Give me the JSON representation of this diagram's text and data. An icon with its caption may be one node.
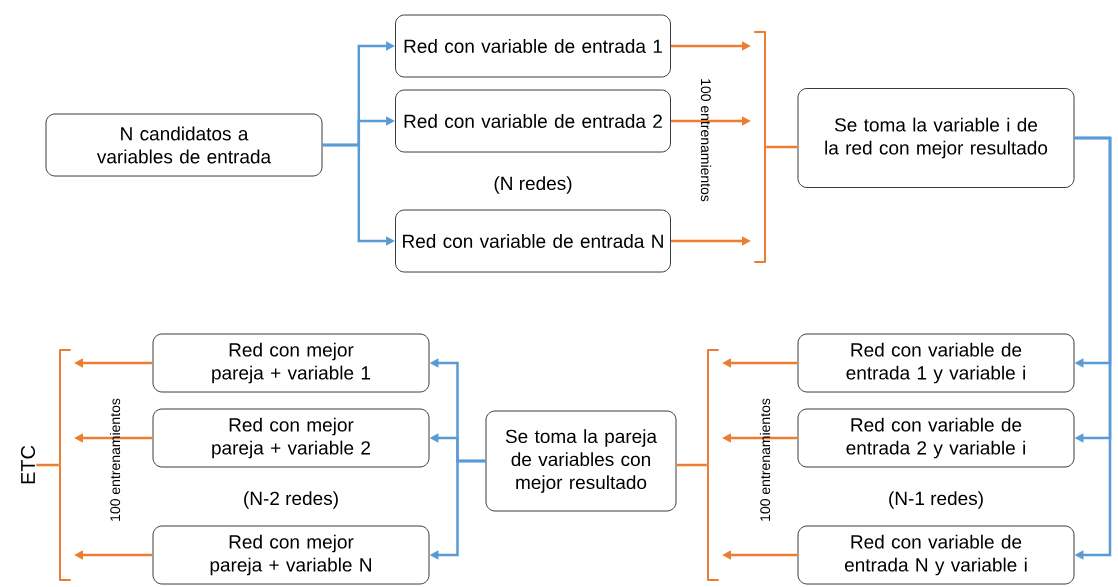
{
  "diagram": {
    "nodes": [
      {
        "text": [
          "N  candidatos a variables de entrada"
        ]
      },
      {
        "text": [
          "Red con variable de entrada 1"
        ]
      },
      {
        "text": [
          "Red con variable de entrada 2"
        ]
      },
      {
        "text": [
          "Red con variable de entrada N"
        ]
      },
      {
        "text": [],
        "shape": "bracket"
      },
      {
        "text": [
          "Se toma la variable i de la red con mejor resultado"
        ]
      },
      {
        "text": [
          "Red con variable de entrada 1 y variable i"
        ]
      },
      {
        "text": [
          "Red con variable de entrada 2 y variable i"
        ]
      },
      {
        "text": [
          "Red con variable de entrada N y variable i"
        ]
      },
      {
        "text": [],
        "shape": "bracket"
      },
      {
        "text": [
          "Se toma la pareja de variables con mejor resultado"
        ]
      },
      {
        "text": [
          "Red con mejor pareja + variable 1"
        ]
      },
      {
        "text": [
          "Red con mejor pareja + variable 2"
        ]
      },
      {
        "text": [
          "Red con mejor pareja + variable N"
        ]
      },
      {
        "text": [],
        "shape": "bracket"
      },
      {
        "text": [
          "ETC"
        ]
      }
    ],
    "edges": [
      {
        "from": 0,
        "to": 1,
        "arrow": "to",
        "color": "#5b9bd5"
      },
      {
        "from": 0,
        "to": 2,
        "arrow": "to",
        "color": "#5b9bd5"
      },
      {
        "from": 0,
        "to": 3,
        "arrow": "to",
        "color": "#5b9bd5"
      },
      {
        "from": 1,
        "to": 4,
        "arrow": "to"
      },
      {
        "from": 2,
        "to": 4,
        "arrow": "to"
      },
      {
        "from": 3,
        "to": 4,
        "arrow": "to"
      },
      {
        "from": 4,
        "to": 5,
        "arrow": "none"
      },
      {
        "from": 5,
        "to": 6,
        "arrow": "to",
        "color": "#5b9bd5"
      },
      {
        "from": 5,
        "to": 7,
        "arrow": "to",
        "color": "#5b9bd5"
      },
      {
        "from": 5,
        "to": 8,
        "arrow": "to",
        "color": "#5b9bd5"
      },
      {
        "from": 6,
        "to": 9,
        "arrow": "to"
      },
      {
        "from": 7,
        "to": 9,
        "arrow": "to"
      },
      {
        "from": 8,
        "to": 9,
        "arrow": "to"
      },
      {
        "from": 9,
        "to": 10,
        "arrow": "none"
      },
      {
        "from": 10,
        "to": 11,
        "arrow": "to",
        "color": "#5b9bd5"
      },
      {
        "from": 10,
        "to": 12,
        "arrow": "to",
        "color": "#5b9bd5"
      },
      {
        "from": 10,
        "to": 13,
        "arrow": "to",
        "color": "#5b9bd5"
      },
      {
        "from": 11,
        "to": 14,
        "arrow": "to"
      },
      {
        "from": 12,
        "to": 14,
        "arrow": "to"
      },
      {
        "from": 13,
        "to": 14,
        "arrow": "to"
      },
      {
        "from": 14,
        "to": 15,
        "arrow": "none"
      }
    ],
    "labels": [
      "100 entrenamientos",
      "(N redes)",
      "100 entrenamientos",
      "100 entrenamientos",
      "(N-2 redes)",
      "(N-1 redes)"
    ]
  }
}
